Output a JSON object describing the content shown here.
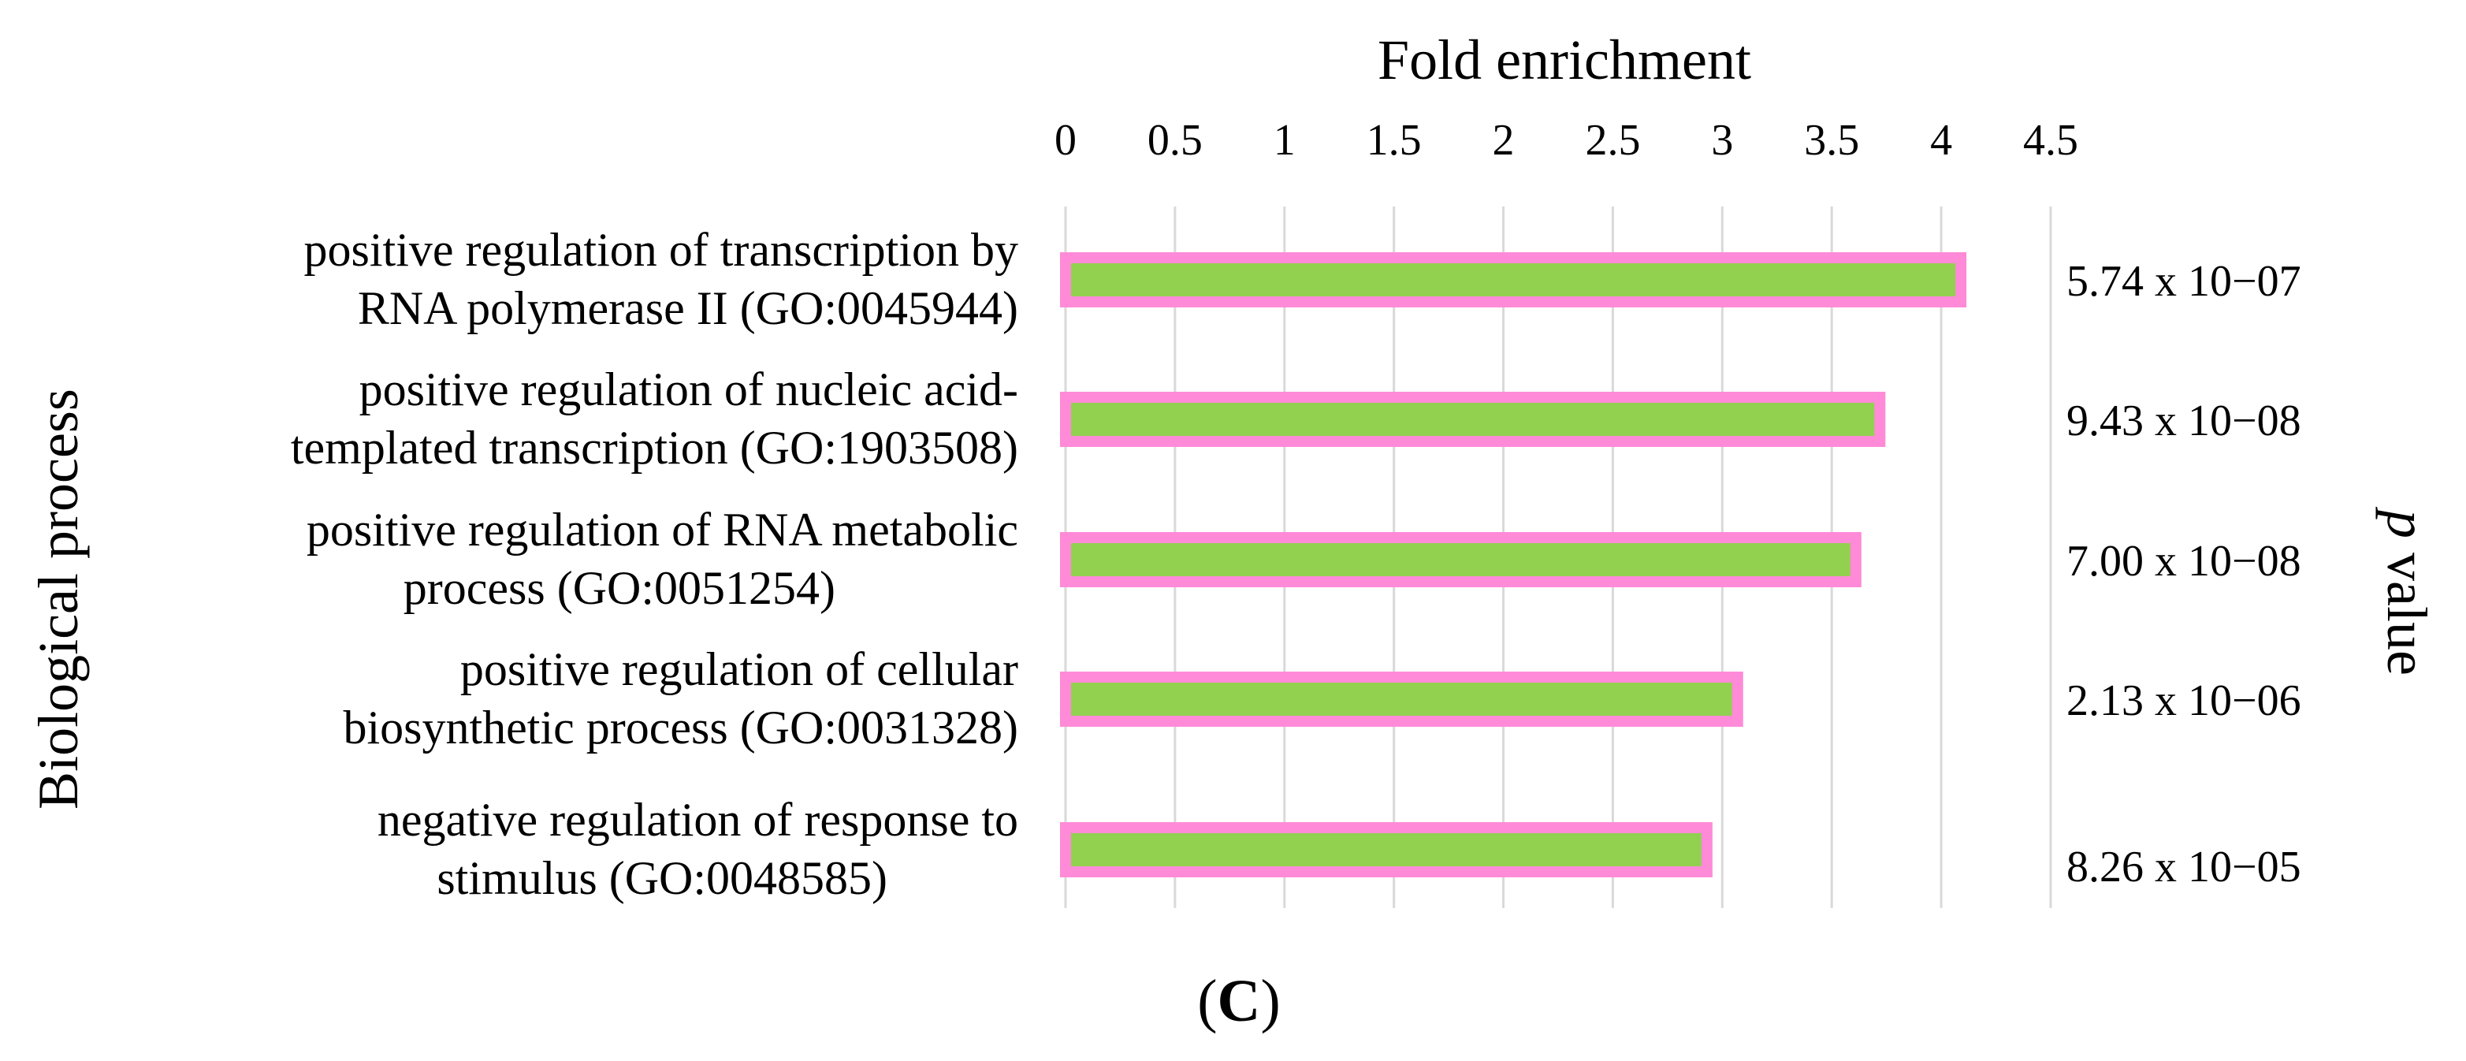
{
  "chart_data": {
    "type": "bar",
    "orientation": "horizontal",
    "xlabel": "Fold enrichment",
    "ylabel": "Biological process",
    "right_axis_label_prefix": "p",
    "right_axis_label_suffix": "value",
    "panel_label_open": "(",
    "panel_label_letter": "C",
    "panel_label_close": ")",
    "xlim": [
      0,
      4.5
    ],
    "xticks": [
      "0",
      "0.5",
      "1",
      "1.5",
      "2",
      "2.5",
      "3",
      "3.5",
      "4",
      "4.5"
    ],
    "grid": true,
    "axis_position": "top",
    "categories": [
      {
        "line1": "positive regulation of transcription by",
        "line2": "RNA polymerase II (GO:0045944)",
        "value": 4.09,
        "pvalue": "5.74 x 10−07"
      },
      {
        "line1": "positive regulation of nucleic acid-",
        "line2": "templated transcription (GO:1903508)",
        "value": 3.72,
        "pvalue": "9.43 x 10−08"
      },
      {
        "line1": "positive regulation of RNA metabolic",
        "line2": "process (GO:0051254)",
        "value": 3.61,
        "pvalue": "7.00 x 10−08"
      },
      {
        "line1": "positive regulation of cellular",
        "line2": "biosynthetic process (GO:0031328)",
        "value": 3.07,
        "pvalue": "2.13 x 10−06"
      },
      {
        "line1": "negative regulation of response to",
        "line2": "stimulus (GO:0048585)",
        "value": 2.93,
        "pvalue": "8.26 x 10−05"
      }
    ],
    "colors": {
      "bar_fill": "#92d050",
      "bar_border": "#ff8ad8",
      "grid": "#d9d9d9"
    }
  }
}
